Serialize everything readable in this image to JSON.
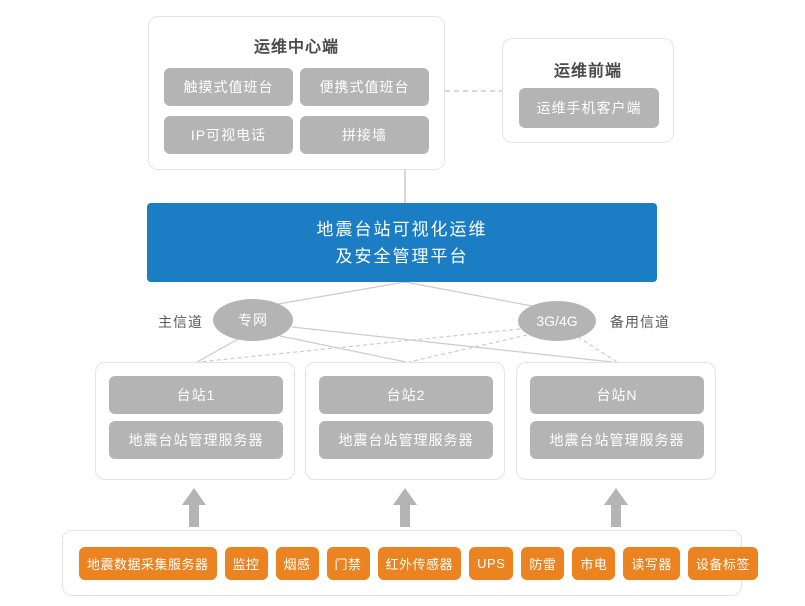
{
  "ops_center": {
    "title": "运维中心端",
    "items": [
      "触摸式值班台",
      "便携式值班台",
      "IP可视电话",
      "拼接墙"
    ]
  },
  "ops_front": {
    "title": "运维前端",
    "items": [
      "运维手机客户端"
    ]
  },
  "platform": {
    "line1": "地震台站可视化运维",
    "line2": "及安全管理平台"
  },
  "channels": {
    "primary_label": "主信道",
    "primary_node": "专网",
    "backup_node": "3G/4G",
    "backup_label": "备用信道"
  },
  "stations": [
    {
      "name": "台站1",
      "server": "地震台站管理服务器"
    },
    {
      "name": "台站2",
      "server": "地震台站管理服务器"
    },
    {
      "name": "台站N",
      "server": "地震台站管理服务器"
    }
  ],
  "devices": {
    "items": [
      "地震数据采集服务器",
      "监控",
      "烟感",
      "门禁",
      "红外传感器",
      "UPS",
      "防雷",
      "市电",
      "读写器",
      "设备标签"
    ]
  },
  "colors": {
    "platform_blue": "#1b7dc4",
    "node_gray": "#b4b4b4",
    "device_orange": "#ea8320",
    "wire_gray": "#cccccc"
  }
}
